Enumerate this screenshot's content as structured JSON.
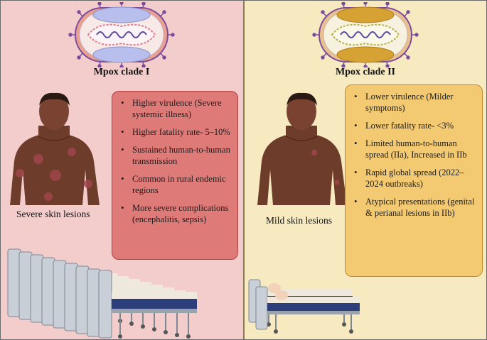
{
  "clade_I": {
    "title": "Mpox clade I",
    "lesion_label": "Severe skin lesions",
    "virus_color": "#b9bfec",
    "features": [
      "Higher virulence (Severe systemic illness)",
      "Higher fatality rate- 5–10%",
      "Sustained human-to-human transmission",
      "Common in rural endemic regions",
      "More severe complications (encephalitis, sepsis)"
    ]
  },
  "clade_II": {
    "title": "Mpox clade II",
    "lesion_label": "Mild skin lesions",
    "virus_color": "#d6a233",
    "features": [
      "Lower virulence (Milder symptoms)",
      "Lower fatality rate- <3%",
      "Limited human-to-human spread (IIa), Increased in IIb",
      "Rapid global spread (2022–2024 outbreaks)",
      "Atypical presentations (genital & perianal lesions in IIb)"
    ]
  },
  "colors": {
    "left_background": "#f3cccc",
    "right_background": "#f7eac1",
    "left_box": "#de7a78",
    "right_box": "#f3c972",
    "skin": "#6e3c2b"
  }
}
